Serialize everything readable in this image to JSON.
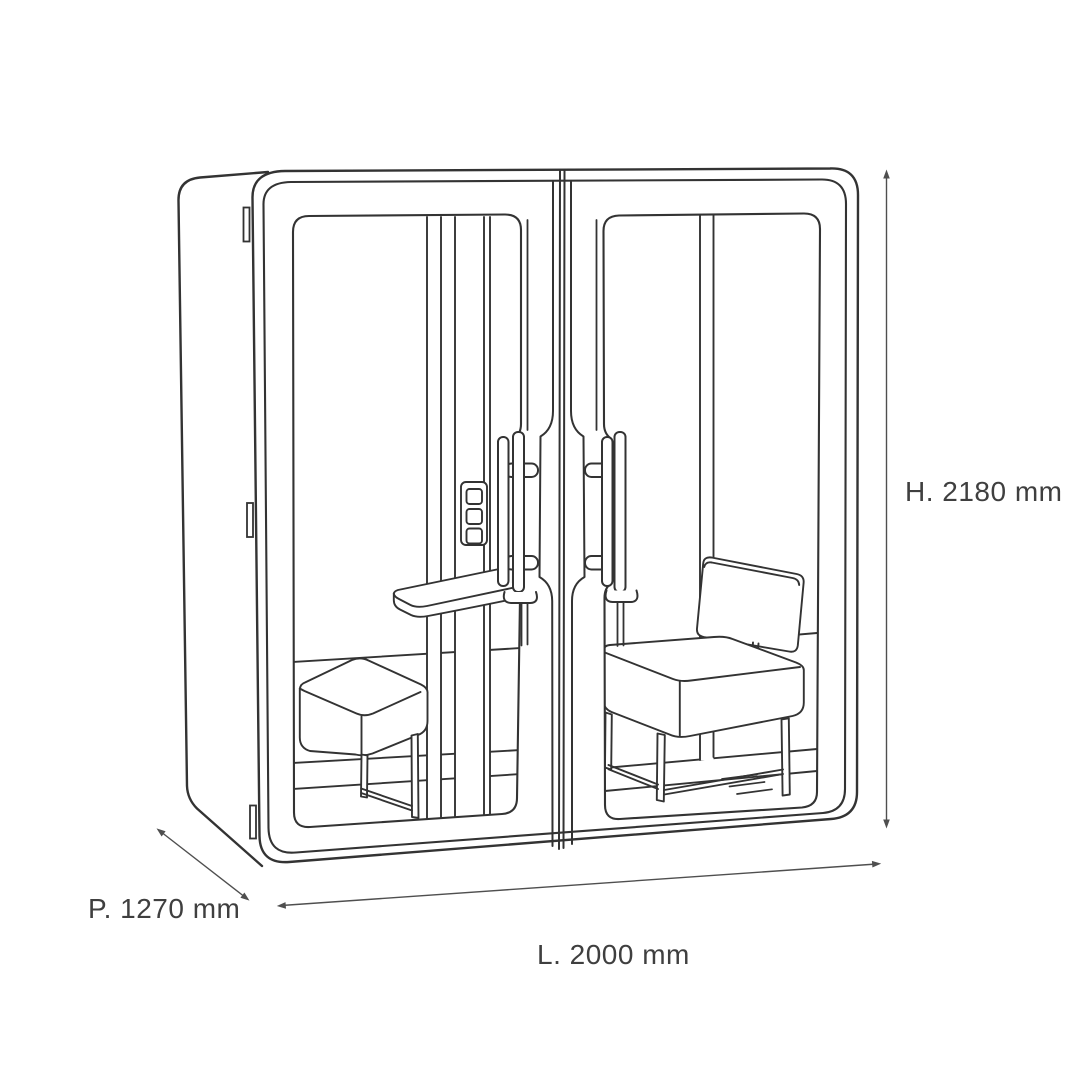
{
  "colors": {
    "background": "#ffffff",
    "line": "#333333",
    "dimension_line": "#4f4f4f",
    "text": "#3f3f3f"
  },
  "diagram": {
    "type": "technical-line-drawing",
    "subject": "two-person acoustic office pod with glass double doors, fold-out table, bench stool and upholstered seat",
    "dimensions": {
      "height": {
        "label": "H. 2180 mm",
        "value": 2180,
        "unit": "mm"
      },
      "depth": {
        "label": "P. 1270 mm",
        "value": 1270,
        "unit": "mm"
      },
      "length": {
        "label": "L. 2000 mm",
        "value": 2000,
        "unit": "mm"
      }
    }
  }
}
